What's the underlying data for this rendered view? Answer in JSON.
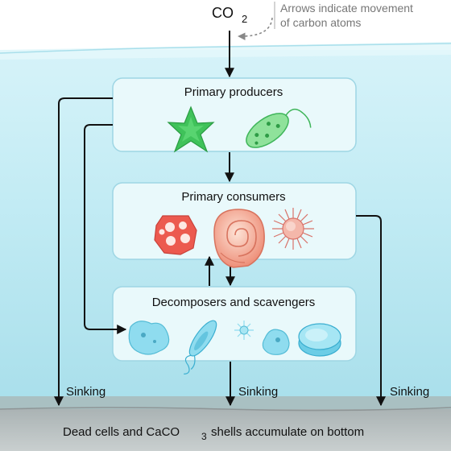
{
  "co2": {
    "main": "CO",
    "sub": "2"
  },
  "note": {
    "line1": "Arrows indicate movement",
    "line2": "of carbon atoms"
  },
  "boxes": {
    "producers": "Primary producers",
    "consumers": "Primary consumers",
    "decomposers": "Decomposers and scavengers"
  },
  "sinking": {
    "left": "Sinking",
    "center": "Sinking",
    "right": "Sinking"
  },
  "bottom": {
    "part1": "Dead cells and CaCO",
    "sub": "3",
    "part2": "shells accumulate on bottom"
  },
  "colors": {
    "water": "#c4ecf4",
    "water_surface": "#e3f7fb",
    "box_fill": "#e9f9fb",
    "box_stroke": "#9ed6e4",
    "seafloor": "#bcc5c6",
    "sediment": "#9aa0a1",
    "arrow": "#111111",
    "note_text": "#777777",
    "producer_green": "#3fc25a",
    "consumer_red": "#ec5a4f",
    "shell_pink": "#f2a08f",
    "decomposer_cyan": "#8fdcef"
  },
  "icons": {
    "producers": [
      "star-diatom-icon",
      "green-flagellate-icon"
    ],
    "consumers": [
      "red-radiolarian-icon",
      "nautilus-shell-icon",
      "spiky-foraminifera-icon"
    ],
    "decomposers": [
      "amoeba-icon",
      "ciliate-icon",
      "small-radiolarian-icon",
      "small-amoeba-icon",
      "round-cell-icon"
    ]
  }
}
